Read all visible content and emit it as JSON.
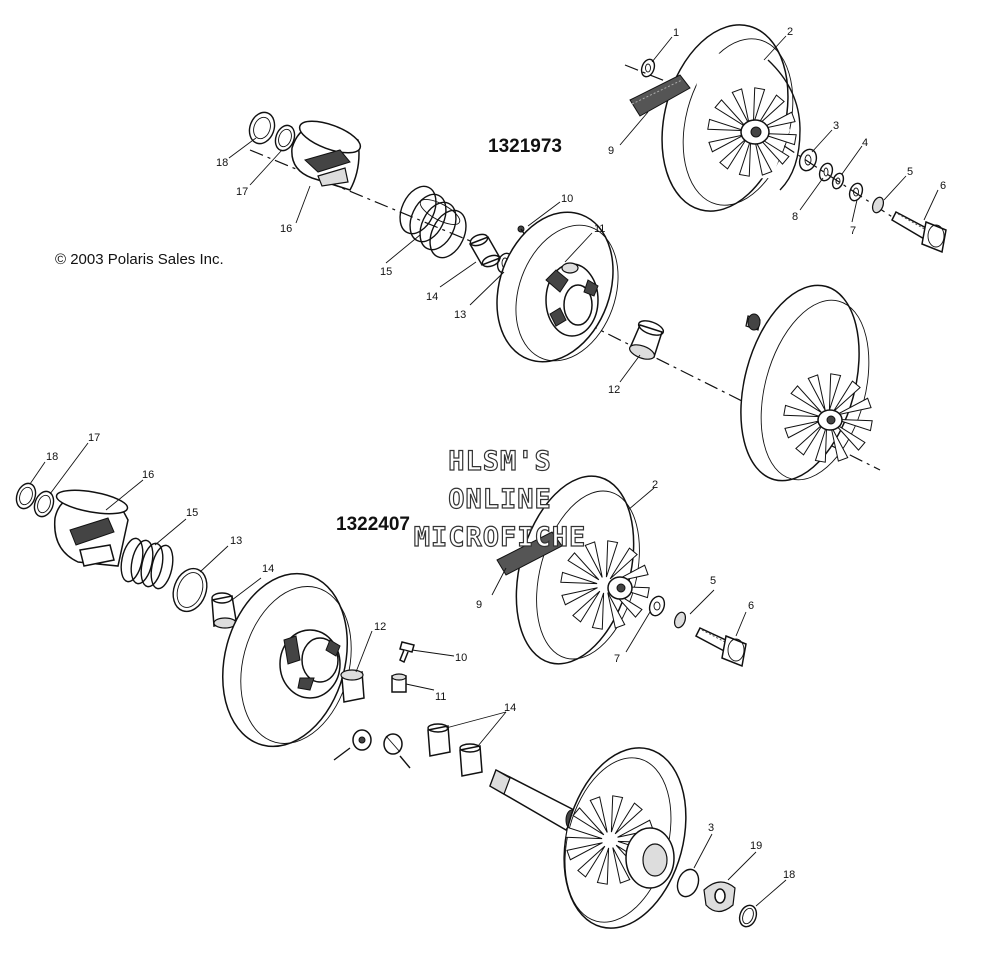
{
  "copyright": "© 2003 Polaris Sales Inc.",
  "assemblies": {
    "upper": {
      "part_number": "1321973",
      "callouts": [
        "1",
        "2",
        "3",
        "4",
        "5",
        "6",
        "7",
        "8",
        "9",
        "10",
        "11",
        "12",
        "13",
        "14",
        "15",
        "16",
        "17",
        "18"
      ]
    },
    "lower": {
      "part_number": "1322407",
      "callouts": [
        "2",
        "3",
        "5",
        "6",
        "7",
        "9",
        "10",
        "11",
        "12",
        "13",
        "14",
        "15",
        "16",
        "17",
        "18",
        "19"
      ]
    }
  },
  "watermark": {
    "line1": "HLSM'S",
    "line2": "ONLINE",
    "line3": "MICROFICHE"
  }
}
